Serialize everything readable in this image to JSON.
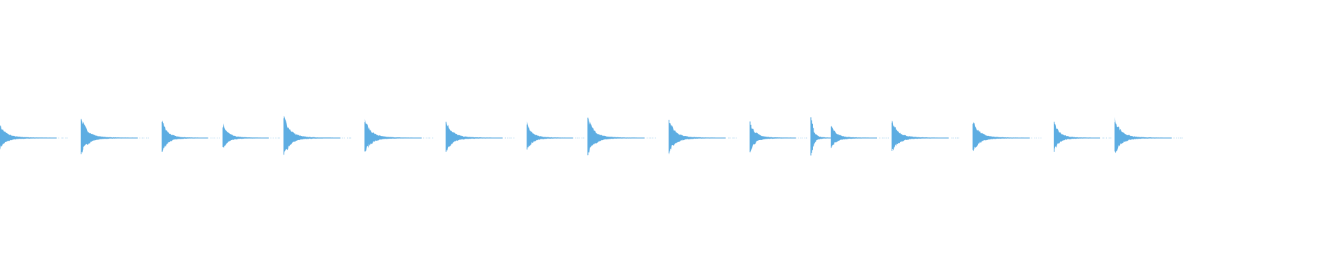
{
  "waveform": {
    "color": "#5DADE2",
    "background": "#ffffff",
    "events": [
      {
        "time": 0.0,
        "amplitude": 0.55,
        "decay": 0.9
      },
      {
        "time": 1.0,
        "amplitude": 0.9,
        "decay": 0.9
      },
      {
        "time": 2.0,
        "amplitude": 0.8,
        "decay": 0.7
      },
      {
        "time": 2.75,
        "amplitude": 0.6,
        "decay": 0.7
      },
      {
        "time": 3.5,
        "amplitude": 1.0,
        "decay": 0.9
      },
      {
        "time": 4.5,
        "amplitude": 0.8,
        "decay": 0.9
      },
      {
        "time": 5.5,
        "amplitude": 0.75,
        "decay": 0.9
      },
      {
        "time": 6.5,
        "amplitude": 0.65,
        "decay": 0.7
      },
      {
        "time": 7.25,
        "amplitude": 0.9,
        "decay": 0.9
      },
      {
        "time": 8.25,
        "amplitude": 0.8,
        "decay": 0.9
      },
      {
        "time": 9.25,
        "amplitude": 0.7,
        "decay": 0.7
      },
      {
        "time": 10.0,
        "amplitude": 0.95,
        "decay": 0.3
      },
      {
        "time": 10.25,
        "amplitude": 0.55,
        "decay": 0.7
      },
      {
        "time": 11.0,
        "amplitude": 0.75,
        "decay": 0.9
      },
      {
        "time": 12.0,
        "amplitude": 0.75,
        "decay": 0.9
      },
      {
        "time": 13.0,
        "amplitude": 0.7,
        "decay": 0.7
      },
      {
        "time": 13.75,
        "amplitude": 0.85,
        "decay": 0.9
      }
    ]
  }
}
